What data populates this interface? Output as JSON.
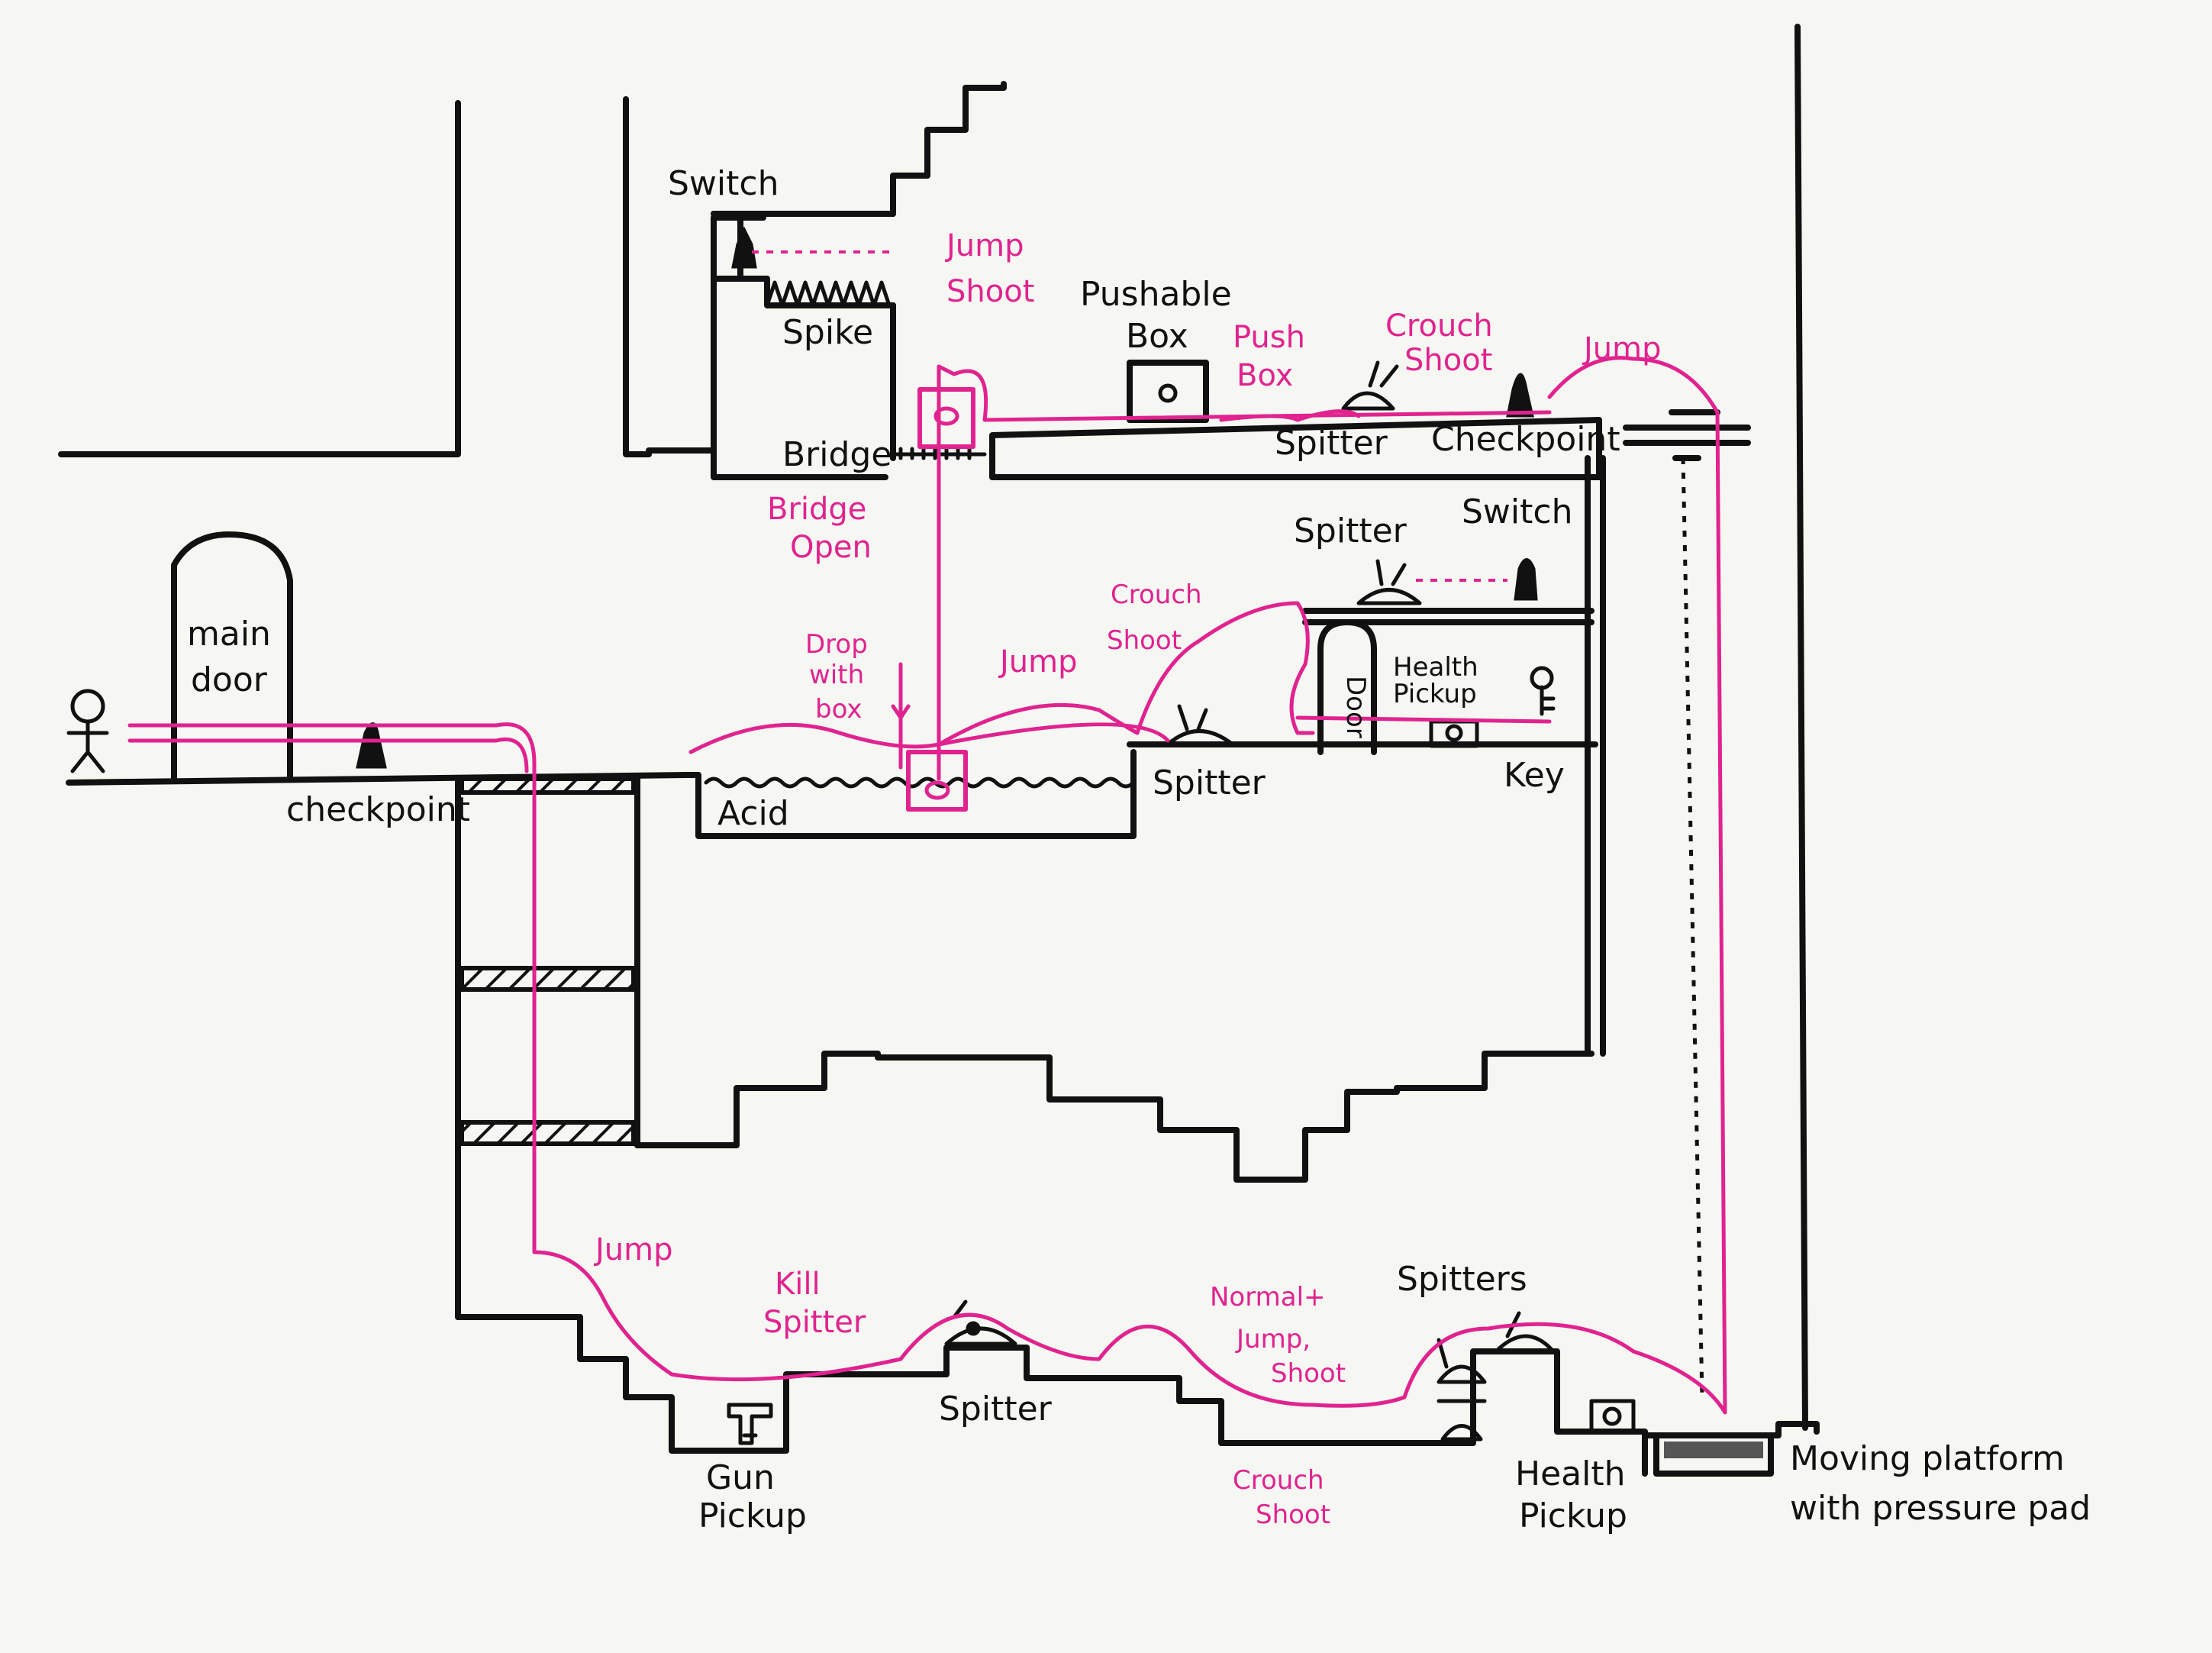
{
  "colors": {
    "ink": "#111111",
    "route": "#e0238f",
    "paper": "#f6f6f3"
  },
  "labels": {
    "switch_top": "Switch",
    "spike": "Spike",
    "bridge": "Bridge",
    "pushable_box_1": "Pushable",
    "pushable_box_2": "Box",
    "spitter_top": "Spitter",
    "checkpoint_top": "Checkpoint",
    "switch_right": "Switch",
    "spitter_room": "Spitter",
    "health_pickup_1": "Health",
    "health_pickup_2": "Pickup",
    "door": "Door",
    "key": "Key",
    "main_door_1": "main",
    "main_door_2": "door",
    "checkpoint_left": "checkpoint",
    "acid": "Acid",
    "spitter_mid": "Spitter",
    "gun_pickup_1": "Gun",
    "gun_pickup_2": "Pickup",
    "spitter_bottom": "Spitter",
    "spitters_bottom": "Spitters",
    "health_pickup_bottom_1": "Health",
    "health_pickup_bottom_2": "Pickup",
    "moving_platform_1": "Moving platform",
    "moving_platform_2": "with pressure pad"
  },
  "route_notes": {
    "jump_shoot_1": "Jump",
    "jump_shoot_2": "Shoot",
    "push_box_1": "Push",
    "push_box_2": "Box",
    "crouch_shoot_top_1": "Crouch",
    "crouch_shoot_top_2": "Shoot",
    "jump_top_right": "Jump",
    "bridge_open_1": "Bridge",
    "bridge_open_2": "Open",
    "drop_with_box_1": "Drop",
    "drop_with_box_2": "with",
    "drop_with_box_3": "box",
    "jump_mid": "Jump",
    "crouch_shoot_mid_1": "Crouch",
    "crouch_shoot_mid_2": "Shoot",
    "jump_low": "Jump",
    "kill_spitter_1": "Kill",
    "kill_spitter_2": "Spitter",
    "normal_jump_shoot_1": "Normal+",
    "normal_jump_shoot_2": "Jump,",
    "normal_jump_shoot_3": "Shoot",
    "crouch_shoot_bottom_1": "Crouch",
    "crouch_shoot_bottom_2": "Shoot"
  },
  "icons": [
    "player-stick-figure-icon",
    "checkpoint-flame-icon",
    "spitter-creature-icon",
    "pushable-box-icon",
    "switch-lever-icon",
    "key-icon",
    "health-pickup-icon",
    "gun-pickup-icon",
    "spike-icon",
    "moving-platform-icon"
  ]
}
